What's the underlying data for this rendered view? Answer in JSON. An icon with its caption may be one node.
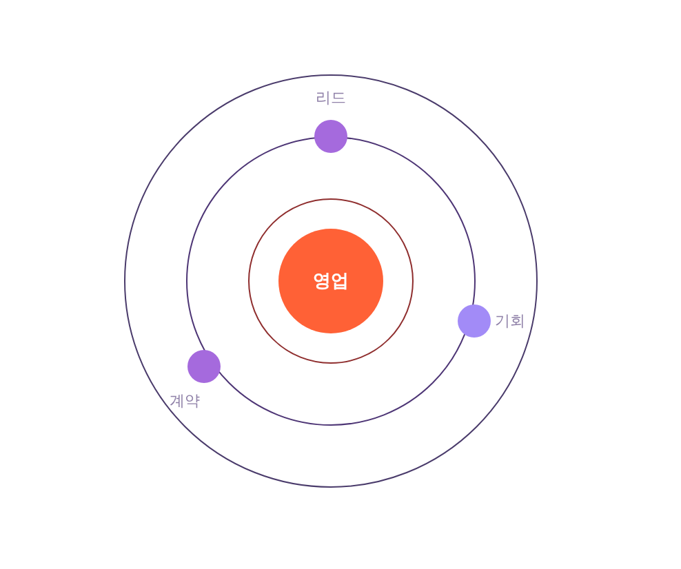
{
  "diagram": {
    "nodes": [
      {
        "text": [],
        "shape": "circle"
      },
      {
        "text": [],
        "shape": "circle",
        "in": 0
      },
      {
        "text": [],
        "shape": "circle",
        "in": 1
      },
      {
        "text": [
          "영업"
        ],
        "in": 2
      },
      {
        "text": [],
        "shape": "circle",
        "beside": [
          "리드"
        ],
        "in": 0
      },
      {
        "text": [],
        "shape": "circle",
        "beside": [
          "기회"
        ],
        "in": 0
      },
      {
        "text": [],
        "shape": "circle",
        "beside": [
          "계약"
        ],
        "in": 1
      }
    ]
  }
}
